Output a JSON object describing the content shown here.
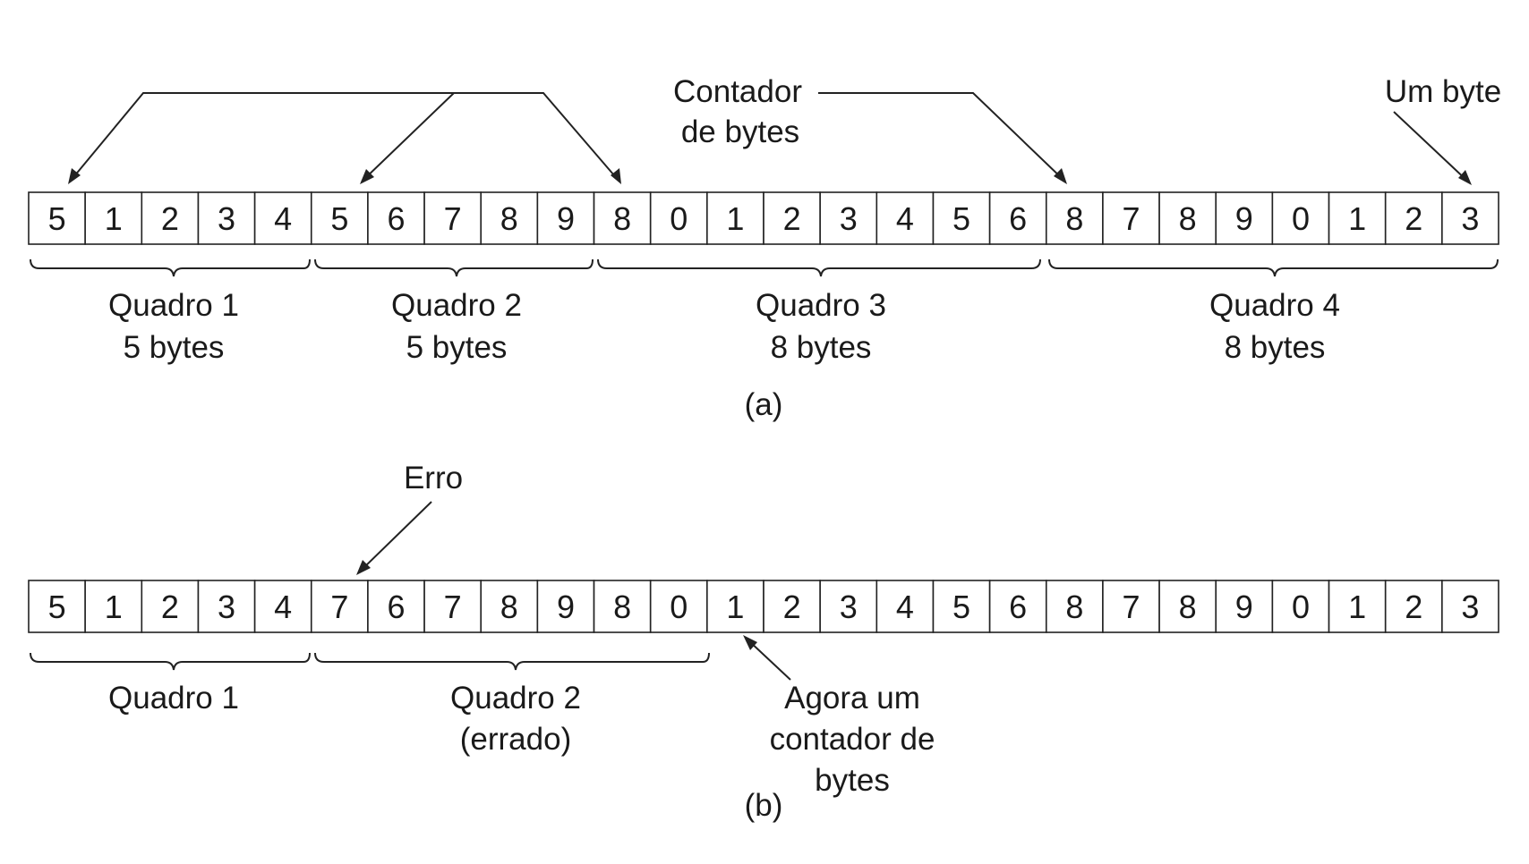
{
  "diagram": {
    "part_a": {
      "bytes": [
        "5",
        "1",
        "2",
        "3",
        "4",
        "5",
        "6",
        "7",
        "8",
        "9",
        "8",
        "0",
        "1",
        "2",
        "3",
        "4",
        "5",
        "6",
        "8",
        "7",
        "8",
        "9",
        "0",
        "1",
        "2",
        "3"
      ],
      "frames": [
        {
          "line1": "Quadro 1",
          "line2": "5 bytes"
        },
        {
          "line1": "Quadro 2",
          "line2": "5 bytes"
        },
        {
          "line1": "Quadro 3",
          "line2": "8 bytes"
        },
        {
          "line1": "Quadro 4",
          "line2": "8 bytes"
        }
      ],
      "counter_label": {
        "line1": "Contador",
        "line2": "de bytes"
      },
      "one_byte_label": "Um byte",
      "caption": "(a)"
    },
    "part_b": {
      "bytes": [
        "5",
        "1",
        "2",
        "3",
        "4",
        "7",
        "6",
        "7",
        "8",
        "9",
        "8",
        "0",
        "1",
        "2",
        "3",
        "4",
        "5",
        "6",
        "8",
        "7",
        "8",
        "9",
        "0",
        "1",
        "2",
        "3"
      ],
      "frames": [
        {
          "line1": "Quadro 1",
          "line2": ""
        },
        {
          "line1": "Quadro 2",
          "line2": "(errado)"
        }
      ],
      "error_label": "Erro",
      "now_counter_label": {
        "line1": "Agora um",
        "line2": "contador de",
        "line3": "bytes"
      },
      "caption": "(b)"
    }
  }
}
